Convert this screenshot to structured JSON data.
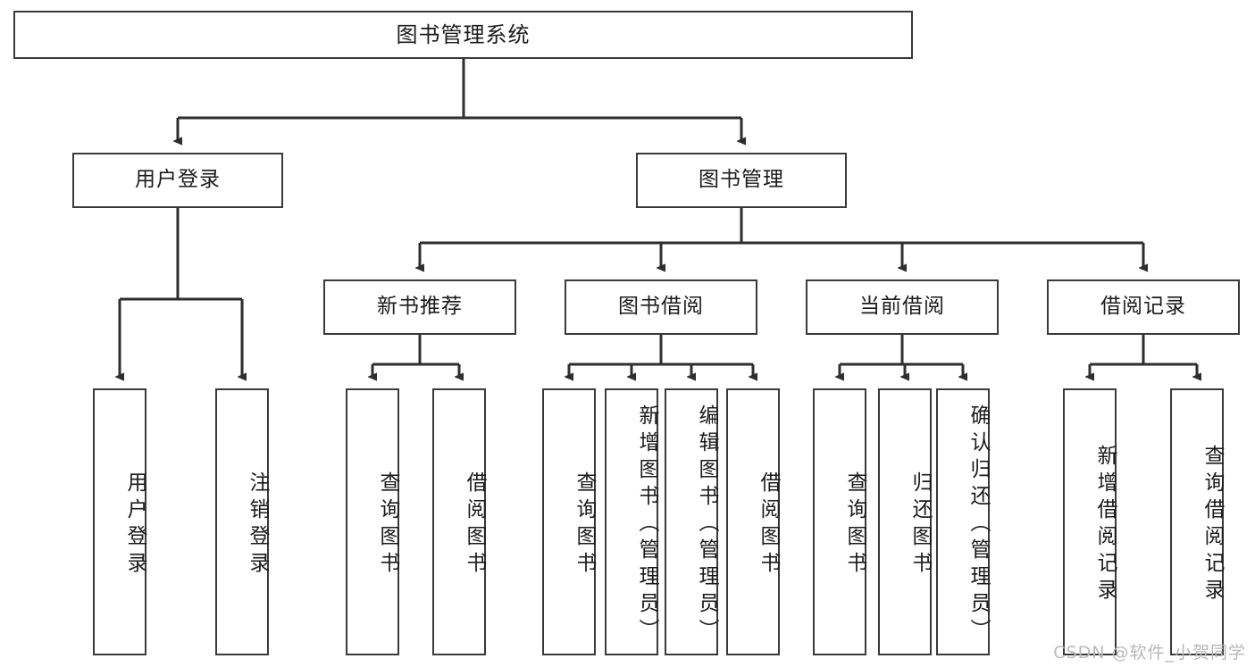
{
  "diagram": {
    "title": "图书管理系统",
    "type": "hierarchy-tree",
    "root": {
      "id": "root",
      "label": "图书管理系统"
    },
    "level2": [
      {
        "id": "user-login",
        "label": "用户登录"
      },
      {
        "id": "book-manage",
        "label": "图书管理"
      }
    ],
    "level3": [
      {
        "id": "new-book-recommend",
        "label": "新书推荐",
        "parent": "book-manage"
      },
      {
        "id": "book-borrow",
        "label": "图书借阅",
        "parent": "book-manage"
      },
      {
        "id": "current-borrow",
        "label": "当前借阅",
        "parent": "book-manage"
      },
      {
        "id": "borrow-record",
        "label": "借阅记录",
        "parent": "book-manage"
      }
    ],
    "leaves": [
      {
        "id": "leaf-user-login",
        "label": "用户登录",
        "parent": "user-login"
      },
      {
        "id": "leaf-user-logout",
        "label": "注销登录",
        "parent": "user-login"
      },
      {
        "id": "leaf-query-book-1",
        "label": "查询图书",
        "parent": "new-book-recommend"
      },
      {
        "id": "leaf-borrow-book-1",
        "label": "借阅图书",
        "parent": "new-book-recommend"
      },
      {
        "id": "leaf-query-book-2",
        "label": "查询图书",
        "parent": "book-borrow"
      },
      {
        "id": "leaf-add-book",
        "label": "新增图书（管理员）",
        "parent": "book-borrow"
      },
      {
        "id": "leaf-edit-book",
        "label": "编辑图书（管理员）",
        "parent": "book-borrow"
      },
      {
        "id": "leaf-borrow-book-2",
        "label": "借阅图书",
        "parent": "book-borrow"
      },
      {
        "id": "leaf-query-book-3",
        "label": "查询图书",
        "parent": "current-borrow"
      },
      {
        "id": "leaf-return-book",
        "label": "归还图书",
        "parent": "current-borrow"
      },
      {
        "id": "leaf-confirm-return",
        "label": "确认归还（管理员）",
        "parent": "current-borrow"
      },
      {
        "id": "leaf-add-record",
        "label": "新增借阅记录",
        "parent": "borrow-record"
      },
      {
        "id": "leaf-query-record",
        "label": "查询借阅记录",
        "parent": "borrow-record"
      }
    ],
    "colors": {
      "box_border": "#3a3a3a",
      "box_fill": "#ffffff",
      "connector": "#2e2e2e",
      "text": "#1b1b1b",
      "watermark": "#b9b9b9",
      "background": "#ffffff"
    }
  },
  "watermark": {
    "text": "CSDN @软件_小贺同学"
  }
}
